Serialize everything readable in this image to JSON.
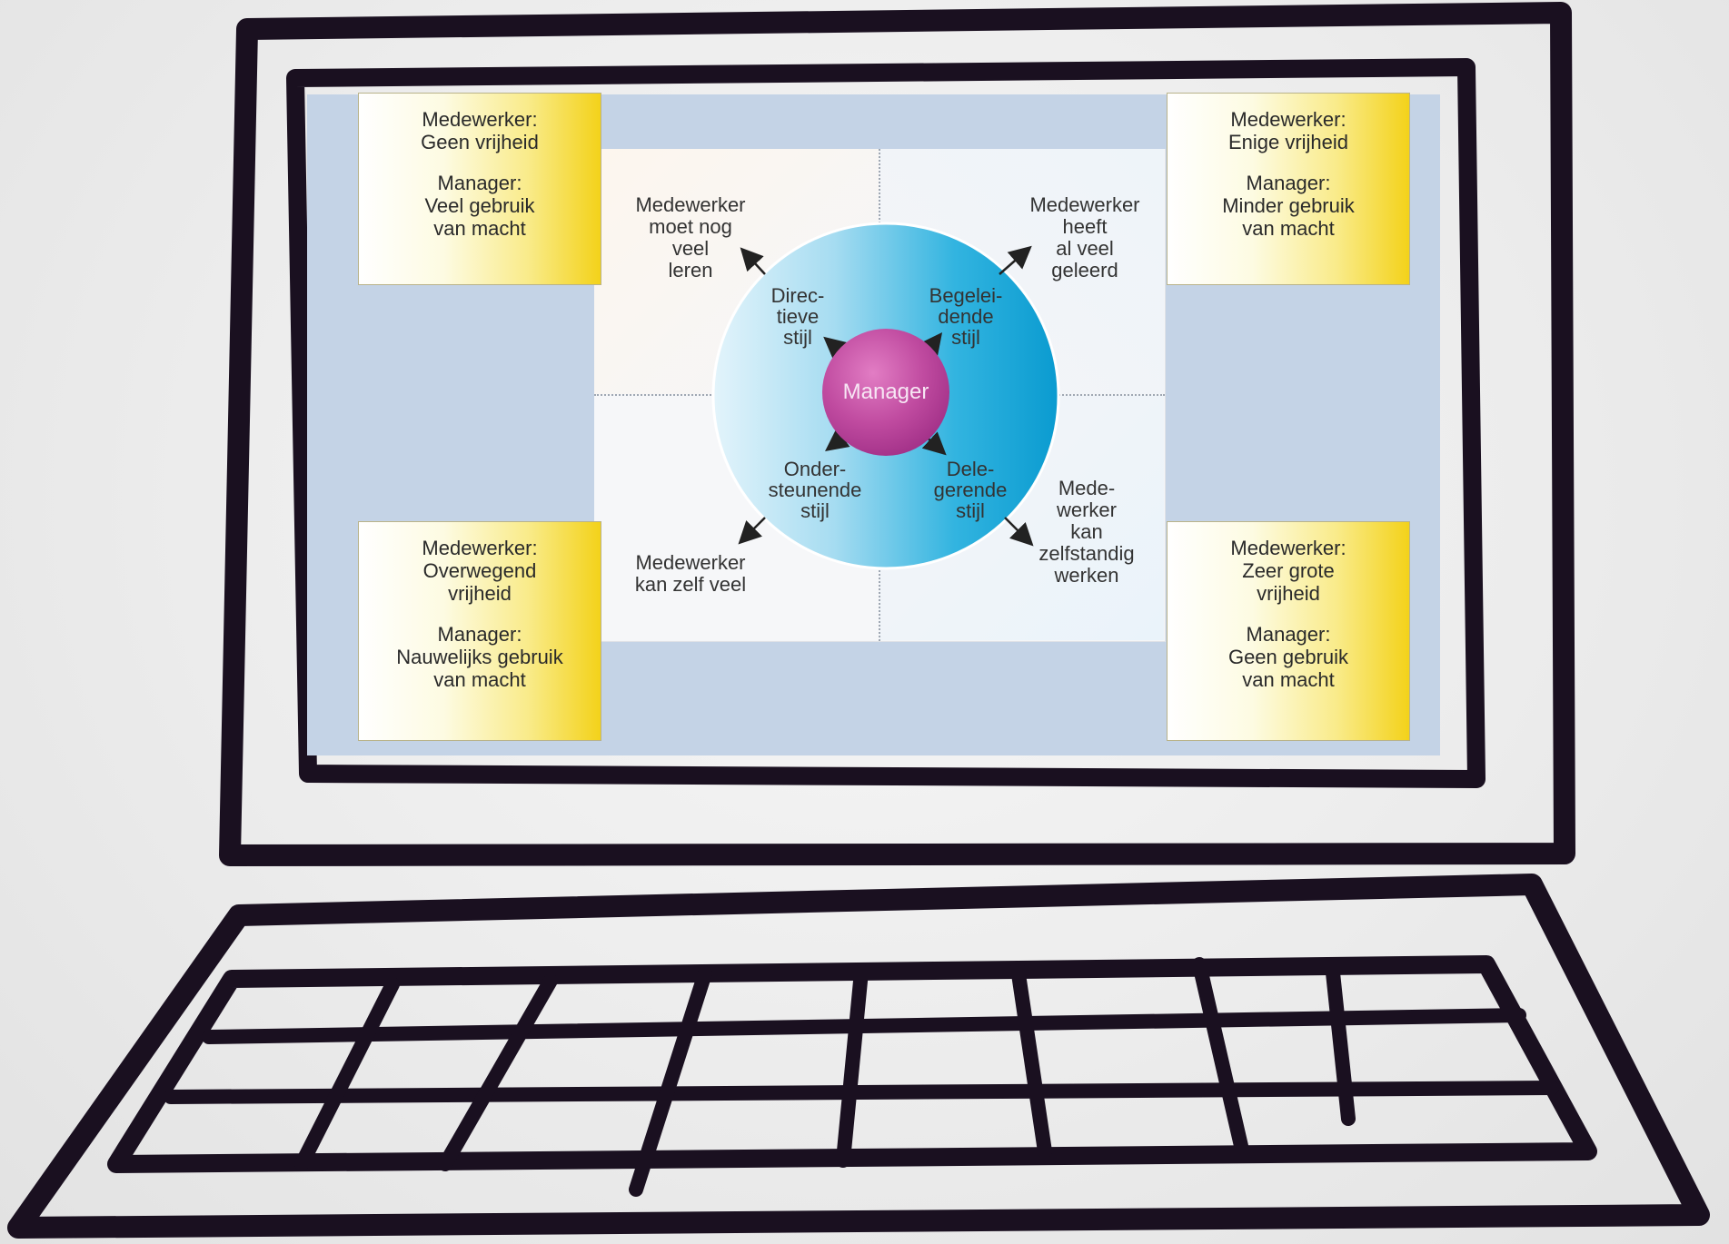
{
  "diagram": {
    "center_label": "Manager",
    "styles": {
      "top_left": [
        "Direc-",
        "tieve",
        "stijl"
      ],
      "top_right": [
        "Begelei-",
        "dende",
        "stijl"
      ],
      "bottom_left": [
        "Onder-",
        "steunende",
        "stijl"
      ],
      "bottom_right": [
        "Dele-",
        "gerende",
        "stijl"
      ]
    },
    "outer_labels": {
      "top_left": [
        "Medewerker",
        "moet nog",
        "veel",
        "leren"
      ],
      "top_right": [
        "Medewerker",
        "heeft",
        "al veel",
        "geleerd"
      ],
      "bottom_left": [
        "Medewerker",
        "kan zelf veel"
      ],
      "bottom_right": [
        "Mede-",
        "werker",
        "kan",
        "zelfstandig",
        "werken"
      ]
    },
    "notes": {
      "top_left": {
        "employee": [
          "Medewerker:",
          "Geen vrijheid"
        ],
        "manager": [
          "Manager:",
          "Veel gebruik",
          "van macht"
        ]
      },
      "top_right": {
        "employee": [
          "Medewerker:",
          "Enige vrijheid"
        ],
        "manager": [
          "Manager:",
          "Minder gebruik",
          "van macht"
        ]
      },
      "bottom_left": {
        "employee": [
          "Medewerker:",
          "Overwegend",
          "vrijheid"
        ],
        "manager": [
          "Manager:",
          "Nauwelijks gebruik",
          "van macht"
        ]
      },
      "bottom_right": {
        "employee": [
          "Medewerker:",
          "Zeer grote",
          "vrijheid"
        ],
        "manager": [
          "Manager:",
          "Geen gebruik",
          "van macht"
        ]
      }
    },
    "colors": {
      "note_yellow": "#f3d21a",
      "circle_blue": "#0fa8d8",
      "circle_light": "#e3f4fb",
      "manager_magenta": "#b0409a",
      "screen_bg": "#c4d3e6",
      "outline": "#1a1020"
    }
  }
}
